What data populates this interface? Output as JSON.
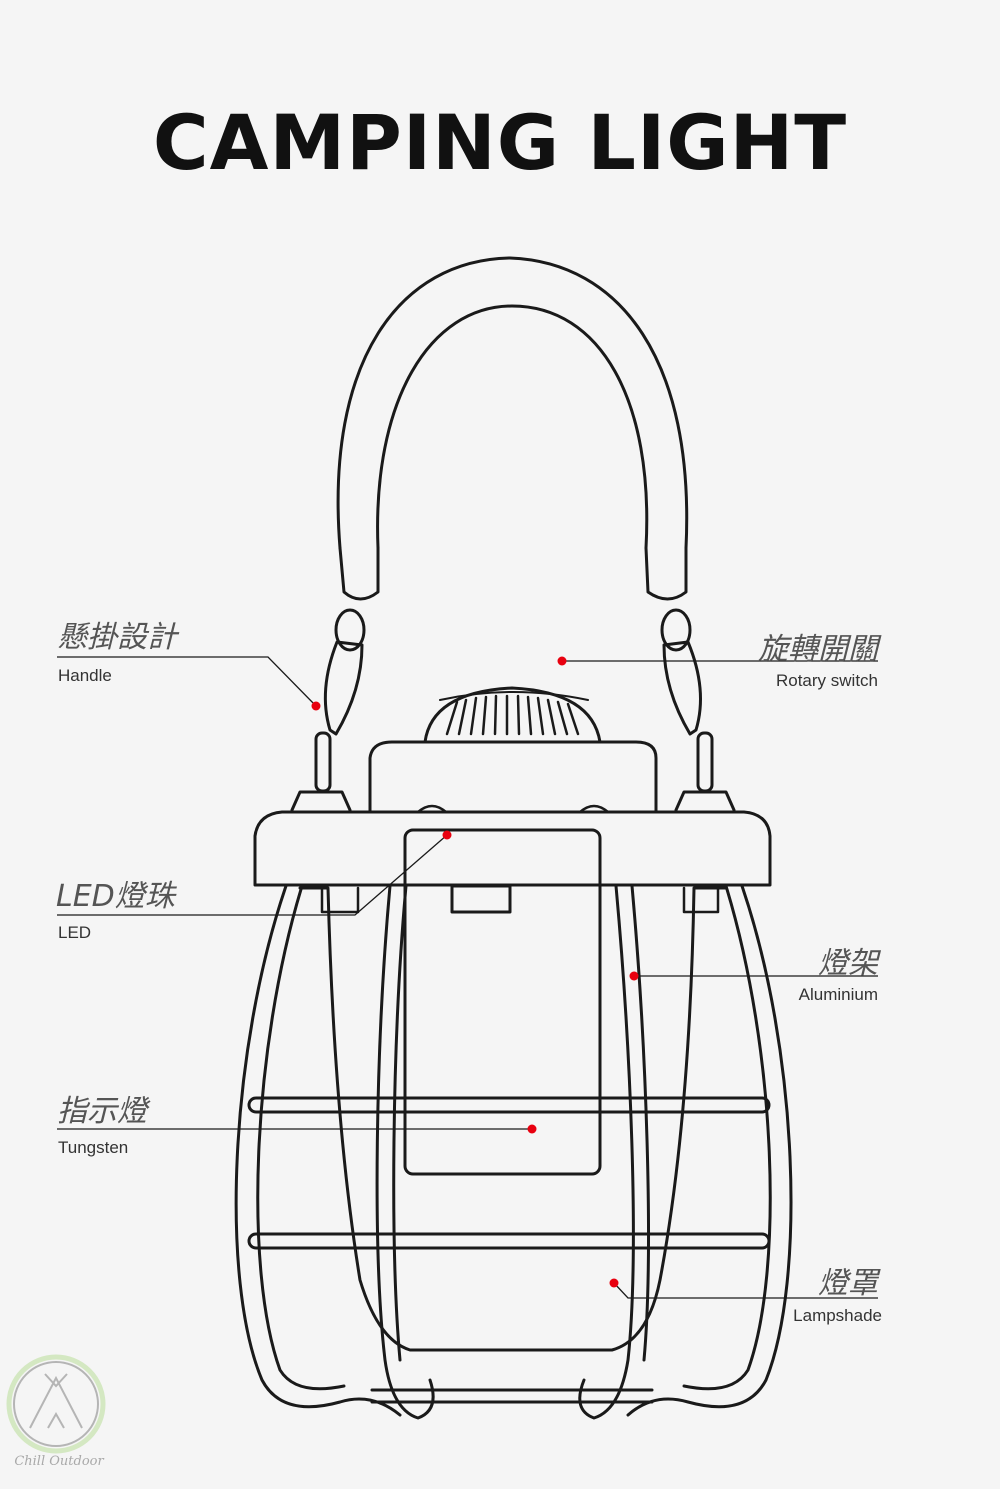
{
  "title": "CAMPING LIGHT",
  "annotations": {
    "handle": {
      "zh": "懸掛設計",
      "en": "Handle"
    },
    "rotary_switch": {
      "zh": "旋轉開關",
      "en": "Rotary switch"
    },
    "led": {
      "zh": "LED燈珠",
      "en": "LED"
    },
    "frame": {
      "zh": "燈架",
      "en": "Aluminium"
    },
    "indicator": {
      "zh": "指示燈",
      "en": "Tungsten"
    },
    "lampshade": {
      "zh": "燈罩",
      "en": "Lampshade"
    }
  },
  "logo": {
    "text": "Chill Outdoor"
  },
  "colors": {
    "marker": "#e8000f",
    "line": "#1a1a1a",
    "background": "#f5f5f5"
  }
}
